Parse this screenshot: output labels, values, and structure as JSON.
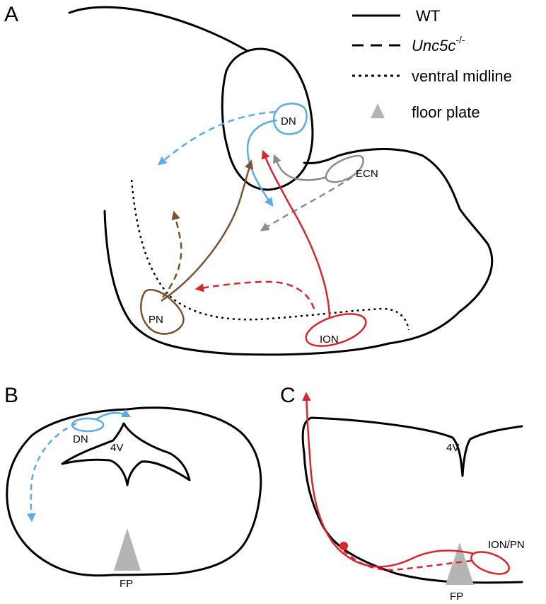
{
  "panels": {
    "a": "A",
    "b": "B",
    "c": "C"
  },
  "legend": {
    "wt": "WT",
    "mutant_gene": "Unc5c",
    "mutant_superscript": "-/-",
    "midline": "ventral midline",
    "floor_plate": "floor plate"
  },
  "labels": {
    "dn": "DN",
    "ecn": "ECN",
    "pn": "PN",
    "ion": "ION",
    "fourth_ventricle": "4V",
    "fp": "FP",
    "ion_pn": "ION/PN"
  },
  "colors": {
    "blue": "#5aace6",
    "gray": "#8c8c8c",
    "brown": "#7a5230",
    "red": "#d9262c",
    "floor_plate": "#b4b4b4",
    "outline": "#000000"
  }
}
